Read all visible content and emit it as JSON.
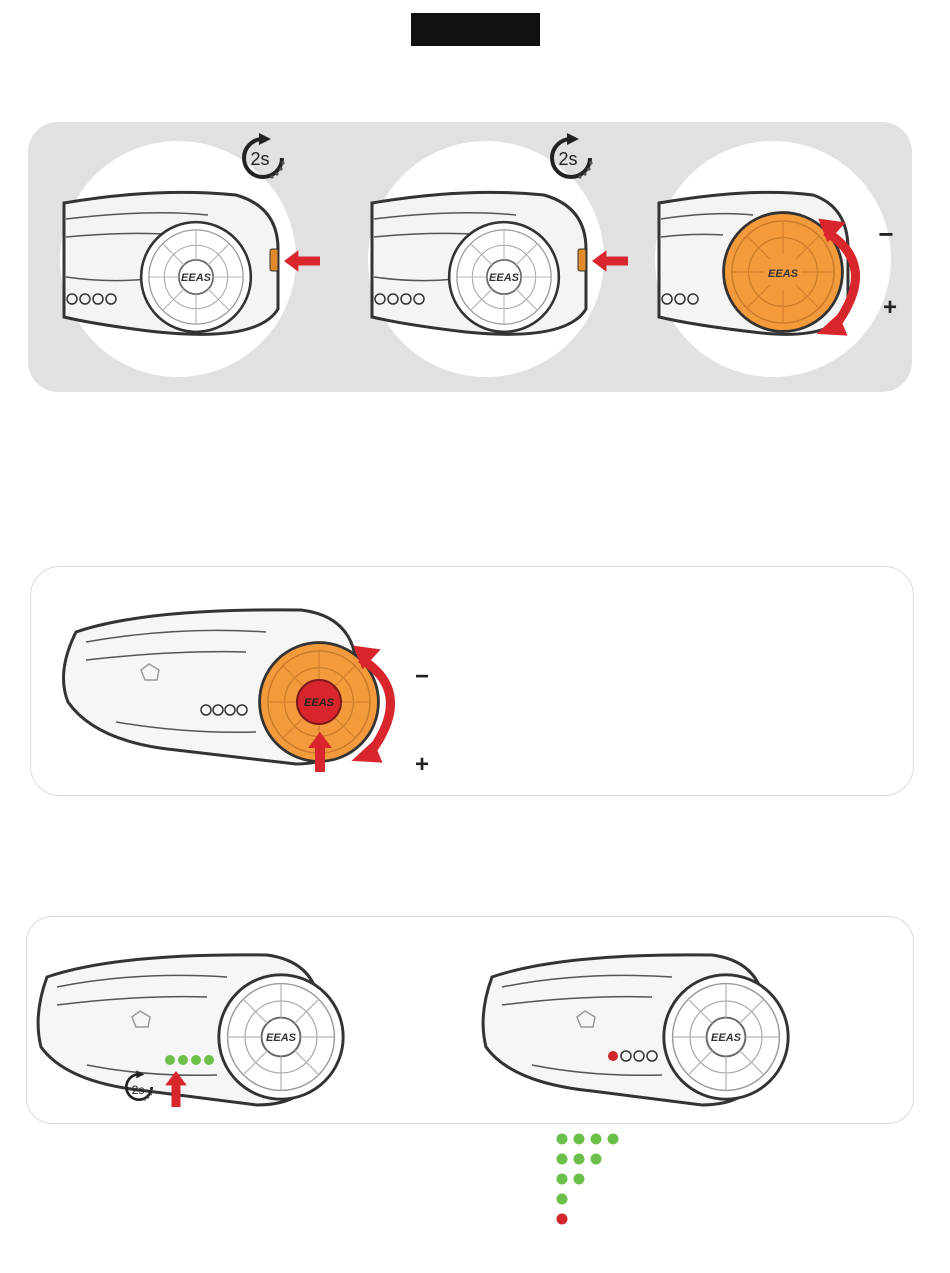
{
  "brand": {
    "label": "EEAS"
  },
  "timer": {
    "label": "2s"
  },
  "volume": {
    "minus": "−",
    "plus": "+"
  },
  "colors": {
    "accent_orange": "#f39a3c",
    "arrow_red": "#d8262c",
    "led_green": "#6cc04a",
    "led_red": "#d0262c",
    "panel_gray": "#e1e1e1",
    "header_black": "#111111"
  },
  "sections": [
    {
      "id": "step-1",
      "frames": [
        "hold-side-button-2s",
        "hold-side-button-2s",
        "rotate-dial"
      ]
    },
    {
      "id": "step-2",
      "frames": [
        "press-and-rotate-dial"
      ]
    },
    {
      "id": "step-3",
      "frames": [
        "hold-led-area-2s",
        "led-indicator-result"
      ]
    }
  ],
  "legend": {
    "icons": [
      "led-dot-green",
      "led-dot-red"
    ],
    "rows": [
      {
        "green": 4,
        "red": 0
      },
      {
        "green": 3,
        "red": 0
      },
      {
        "green": 2,
        "red": 0
      },
      {
        "green": 1,
        "red": 0
      },
      {
        "green": 0,
        "red": 1
      }
    ]
  }
}
